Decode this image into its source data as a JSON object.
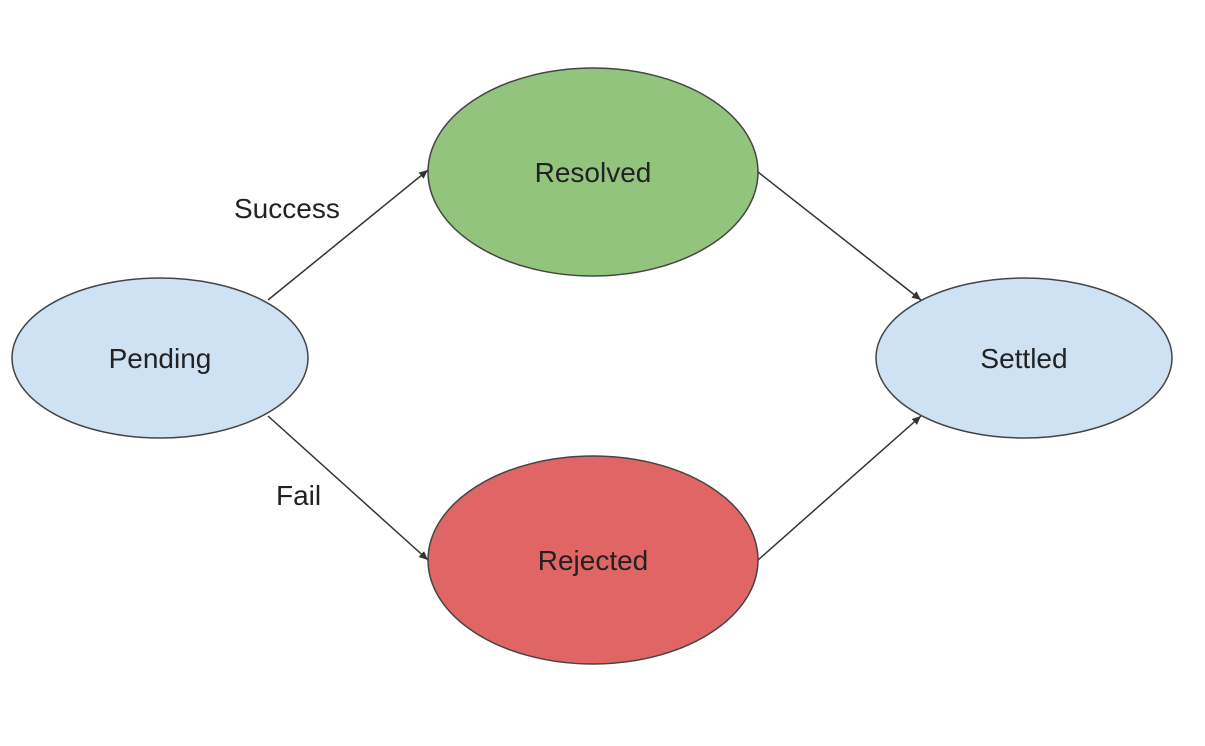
{
  "diagram": {
    "title": "Promise states",
    "nodes": [
      {
        "id": "pending",
        "label": "Pending",
        "fill": "#cfe2f3",
        "stroke": "#444444"
      },
      {
        "id": "resolved",
        "label": "Resolved",
        "fill": "#93c47d",
        "stroke": "#444444"
      },
      {
        "id": "rejected",
        "label": "Rejected",
        "fill": "#e06666",
        "stroke": "#444444"
      },
      {
        "id": "settled",
        "label": "Settled",
        "fill": "#cfe2f3",
        "stroke": "#444444"
      }
    ],
    "edges": [
      {
        "from": "pending",
        "to": "resolved",
        "label": "Success"
      },
      {
        "from": "pending",
        "to": "rejected",
        "label": "Fail"
      },
      {
        "from": "resolved",
        "to": "settled",
        "label": ""
      },
      {
        "from": "rejected",
        "to": "settled",
        "label": ""
      }
    ],
    "edge_color": "#333333"
  }
}
